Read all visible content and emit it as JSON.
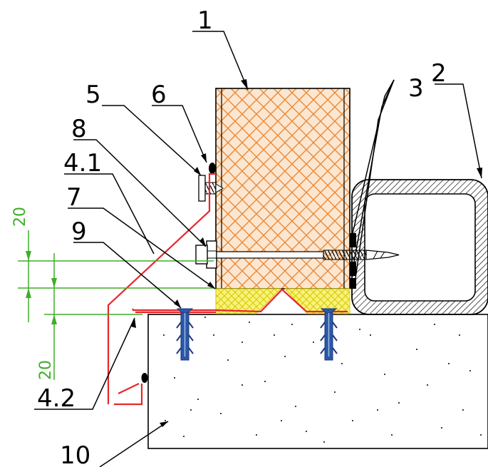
{
  "callouts": {
    "c1": "1",
    "c2": "2",
    "c3": "3",
    "c41": "4.1",
    "c42": "4.2",
    "c5": "5",
    "c6": "6",
    "c7": "7",
    "c8": "8",
    "c9": "9",
    "c10": "10"
  },
  "dimensions": {
    "upper": "20",
    "lower": "20"
  },
  "colors": {
    "insulation": "#e8893a",
    "insulation_bg": "#fce6cf",
    "flashing": "#e8262b",
    "sealant": "#f2ee4a",
    "sealant_line": "#d9c800",
    "dimension": "#3fae2a",
    "anchor": "#2c57a8",
    "steel_hatch": "#000000"
  }
}
